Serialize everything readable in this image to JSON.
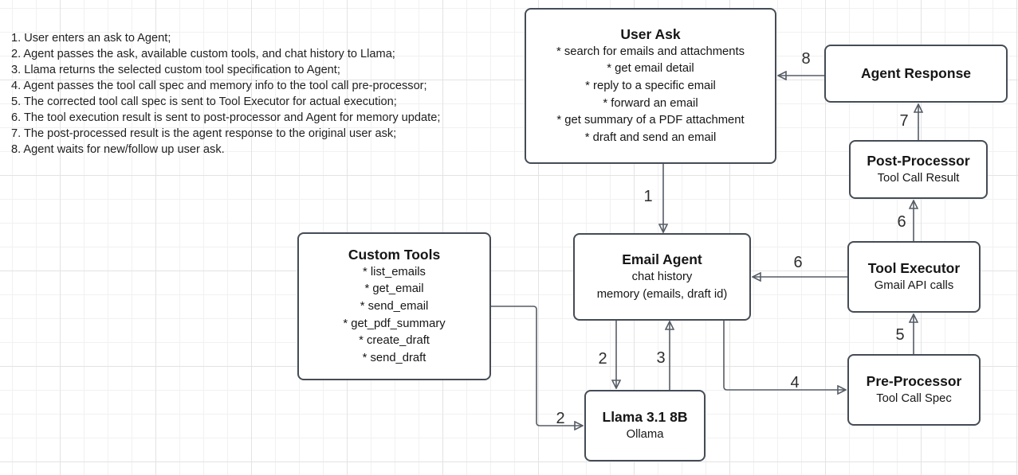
{
  "notes": [
    "1. User enters an ask to Agent;",
    "2. Agent passes the ask, available custom tools, and chat history to Llama;",
    "3. Llama returns the selected custom tool specification to Agent;",
    "4. Agent passes the tool call spec and memory info to the tool call pre-processor;",
    "5. The corrected tool call spec is sent to Tool Executor for actual execution;",
    "6. The tool execution result is sent to post-processor and Agent for memory update;",
    "7. The post-processed result is the agent response to the original user ask;",
    "8. Agent waits for new/follow up user ask."
  ],
  "boxes": {
    "user_ask": {
      "title": "User Ask",
      "items": [
        "* search for emails and attachments",
        "* get email detail",
        "* reply to a specific email",
        "* forward an email",
        "* get summary of a PDF attachment",
        "* draft and send an email"
      ]
    },
    "agent_response": {
      "title": "Agent Response"
    },
    "post_processor": {
      "title": "Post-Processor",
      "subtitle": "Tool Call Result"
    },
    "email_agent": {
      "title": "Email Agent",
      "lines": [
        "chat history",
        "memory (emails, draft id)"
      ]
    },
    "tool_executor": {
      "title": "Tool Executor",
      "subtitle": "Gmail API calls"
    },
    "custom_tools": {
      "title": "Custom Tools",
      "items": [
        "* list_emails",
        "* get_email",
        "* send_email",
        "* get_pdf_summary",
        "* create_draft",
        "* send_draft"
      ]
    },
    "pre_processor": {
      "title": "Pre-Processor",
      "subtitle": "Tool Call Spec"
    },
    "llama": {
      "title": "Llama 3.1 8B",
      "subtitle": "Ollama"
    }
  },
  "edge_labels": {
    "step1": "1",
    "step2_agent_to_llama": "2",
    "step3_llama_to_agent": "3",
    "step2_tools_to_llama": "2",
    "step4_agent_to_preproc": "4",
    "step5_preproc_to_exec": "5",
    "step6_exec_to_agent": "6",
    "step6_exec_to_postproc": "6",
    "step7_postproc_to_resp": "7",
    "step8_resp_to_ask": "8"
  },
  "colors": {
    "box_border": "#454c55",
    "arrow": "#565d66",
    "text": "#161616",
    "grid_minor": "#f1f1f1",
    "grid_major": "#e3e3e3",
    "background": "#ffffff"
  }
}
